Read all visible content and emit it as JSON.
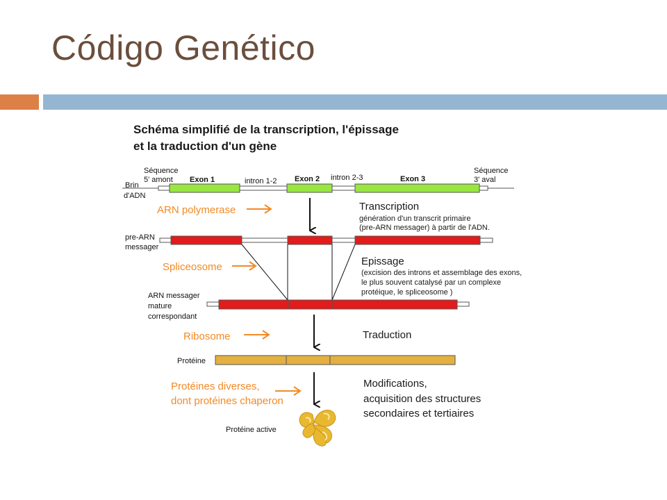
{
  "slide": {
    "title": "Código Genético"
  },
  "diagram": {
    "title_line1": "Schéma simplifié de la transcription, l'épissage",
    "title_line2": "et la traduction d'un gène",
    "dna": {
      "strand_label_line1": "Brin",
      "strand_label_line2": "d'ADN",
      "upstream_line1": "Séquence",
      "upstream_line2": "5' amont",
      "downstream_line1": "Séquence",
      "downstream_line2": "3' aval",
      "exon1": "Exon 1",
      "intron12": "intron 1-2",
      "exon2": "Exon 2",
      "intron23": "intron 2-3",
      "exon3": "Exon 3",
      "exon_color": "#99e640"
    },
    "transcription": {
      "agent": "ARN polymerase",
      "step": "Transcription",
      "desc_line1": "génération d'un transcrit primaire",
      "desc_line2": "(pre-ARN messager) à partir de l'ADN."
    },
    "pre_mrna": {
      "label_line1": "pre-ARN",
      "label_line2": "messager",
      "color": "#e31b1b"
    },
    "splicing": {
      "agent": "Spliceosome",
      "step": "Epissage",
      "desc_line1": "(excision des introns et assemblage des exons,",
      "desc_line2": "le plus souvent catalysé par un complexe",
      "desc_line3": "protéique, le spliceosome )"
    },
    "mature_mrna": {
      "label_line1": "ARN messager",
      "label_line2": "mature",
      "label_line3": "correspondant"
    },
    "translation": {
      "agent": "Ribosome",
      "step": "Traduction"
    },
    "protein": {
      "label": "Protéine",
      "color": "#e3b041"
    },
    "modification": {
      "agent_line1": "Protéines diverses,",
      "agent_line2": "dont protéines chaperon",
      "step_line1": "Modifications,",
      "step_line2": "acquisition des structures",
      "step_line3": "secondaires et tertiaires"
    },
    "active_protein": {
      "label": "Protéine active",
      "color": "#e9b830"
    },
    "accent_color": "#f28a26"
  }
}
